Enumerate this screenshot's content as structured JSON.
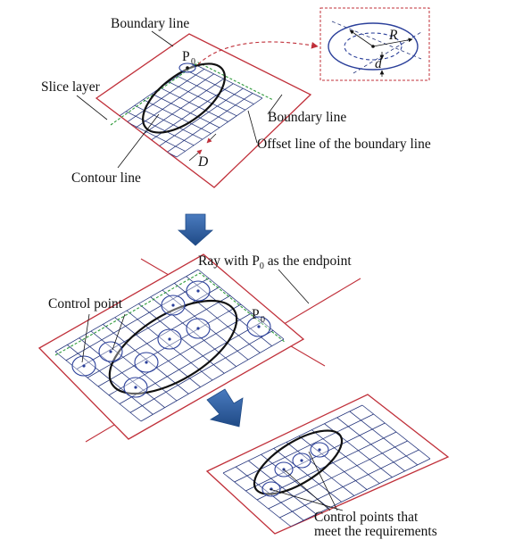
{
  "labels": {
    "boundary_line_top": "Boundary line",
    "slice_layer": "Slice layer",
    "p0_top": "P",
    "p0_top_sub": "0",
    "boundary_line_right": "Boundary line",
    "offset_line": "Offset line of the boundary line",
    "contour_line": "Contour line",
    "d_spacing": "D",
    "radius_R": "R",
    "distance_d": "d",
    "ray": "Ray with P",
    "ray_sub": "0",
    "ray_tail": " as the endpoint",
    "control_point": "Control point",
    "p0_mid": "P",
    "p0_mid_sub": "0",
    "requirements_line1": "Control points that",
    "requirements_line2": "meet the requirements"
  },
  "colors": {
    "plate_border": "#c0303a",
    "grid": "#1e2f78",
    "offset": "#2e9a3a",
    "arrow": "#2f5a9a",
    "circle": "#2a3f9a",
    "zoom_box": "#c0303a"
  }
}
